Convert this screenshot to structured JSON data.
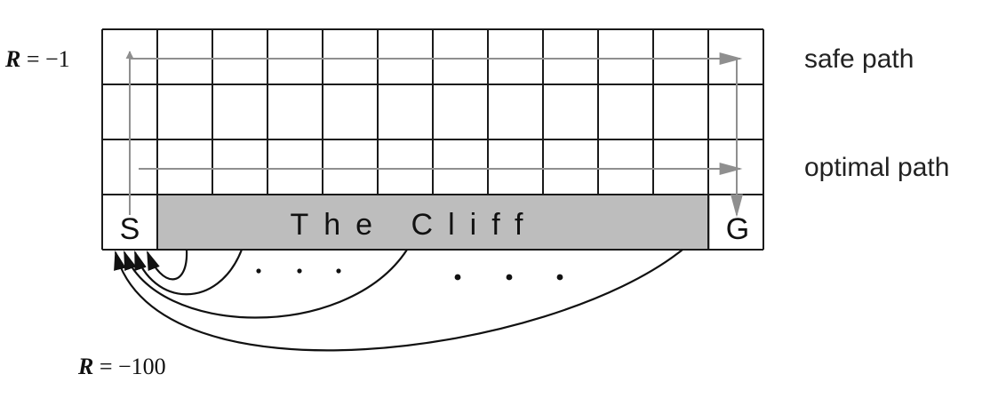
{
  "grid": {
    "columns": 12,
    "rows": 4
  },
  "labels": {
    "start": "S",
    "goal": "G",
    "cliff": "The Cliff",
    "ellipsis": "...",
    "reward_step_var": "R",
    "reward_step_value": " = −1",
    "reward_cliff_var": "R",
    "reward_cliff_value": " = −100",
    "safe_path": "safe path",
    "optimal_path": "optimal path"
  },
  "colors": {
    "grid_line": "#1a1a1a",
    "cliff_fill": "#bdbdbd",
    "path_arrow": "#8f8f8f",
    "fall_arrow": "#111111"
  }
}
